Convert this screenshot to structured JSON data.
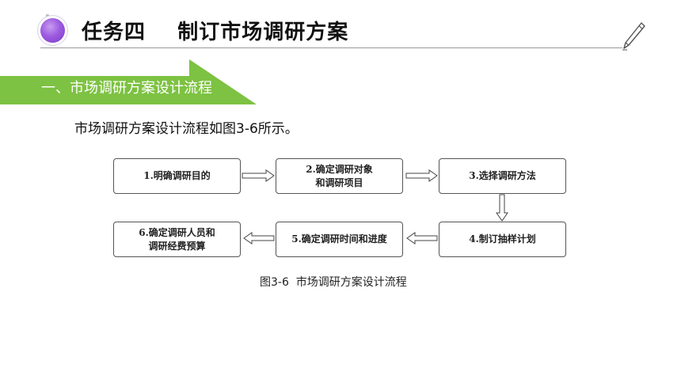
{
  "header": {
    "title": "任务四    制订市场调研方案"
  },
  "section": {
    "title": "一、市场调研方案设计流程"
  },
  "intro": {
    "text": "市场调研方案设计流程如图3-6所示。"
  },
  "flowchart": {
    "steps": [
      "1.明确调研目的",
      "2.确定调研对象\n和调研项目",
      "3.选择调研方法",
      "4.制订抽样计划",
      "5.确定调研时间和进度",
      "6.确定调研人员和\n调研经费预算"
    ],
    "caption": "图3-6  市场调研方案设计流程"
  },
  "colors": {
    "banner": "#7dc242",
    "accent_purple": "#9d5be0",
    "rule": "#9a9a9a"
  }
}
